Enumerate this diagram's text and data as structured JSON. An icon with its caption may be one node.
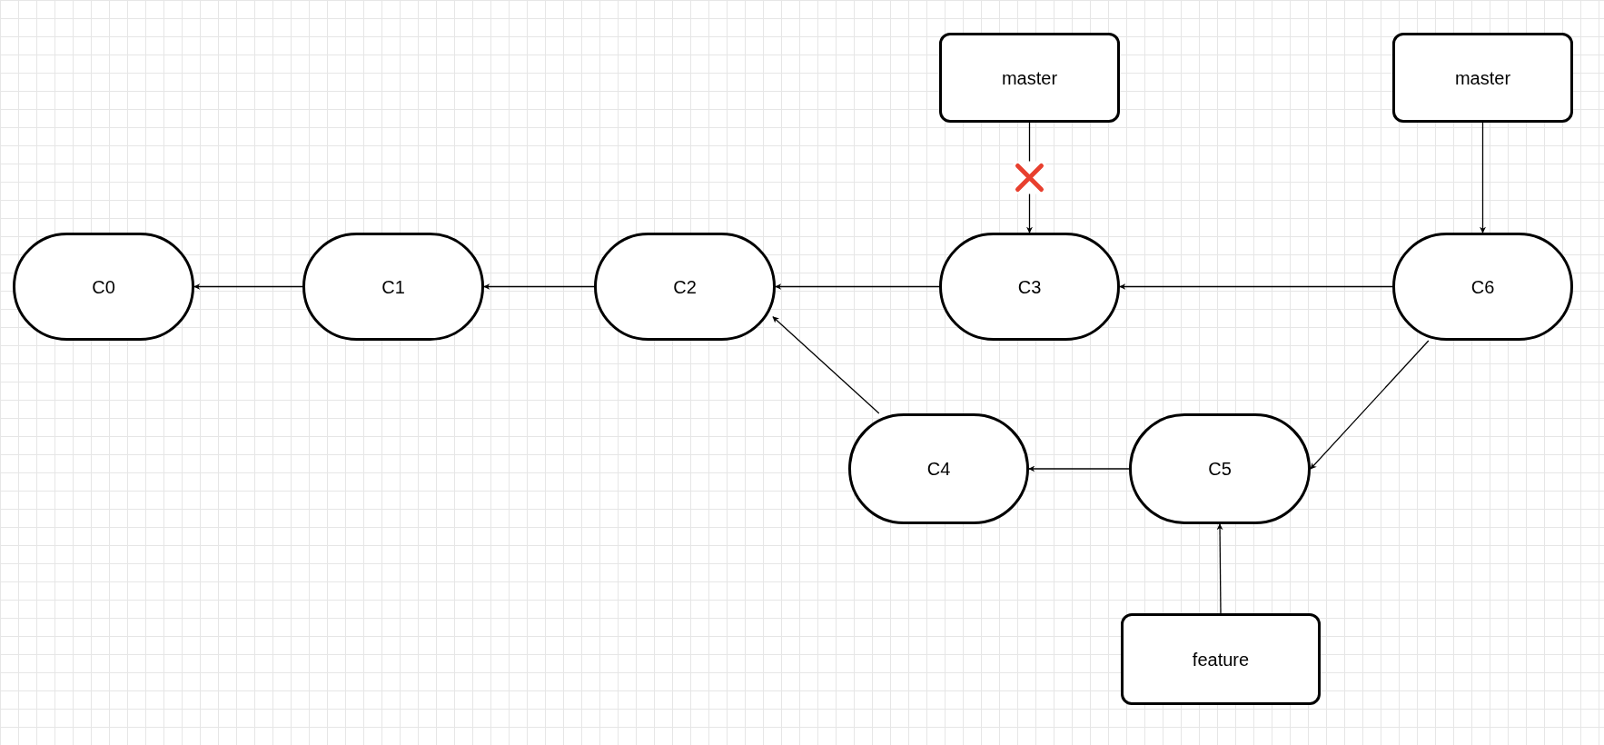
{
  "diagram": {
    "nodes": [
      {
        "text": [
          "master"
        ]
      },
      {
        "text": [
          "master"
        ]
      },
      {
        "text": [
          "C0"
        ]
      },
      {
        "text": [
          "C1"
        ]
      },
      {
        "text": [
          "C2"
        ]
      },
      {
        "text": [
          "C3"
        ]
      },
      {
        "text": [
          "C6"
        ]
      },
      {
        "text": [
          "C4"
        ]
      },
      {
        "text": [
          "C5"
        ]
      },
      {
        "text": [
          "feature"
        ]
      }
    ],
    "edges": [
      {
        "from": 3,
        "to": 2,
        "arrow": "to"
      },
      {
        "from": 4,
        "to": 3,
        "arrow": "to"
      },
      {
        "from": 5,
        "to": 4,
        "arrow": "to"
      },
      {
        "from": 6,
        "to": 5,
        "arrow": "to"
      },
      {
        "from": 7,
        "to": 4,
        "arrow": "to"
      },
      {
        "from": 6,
        "to": 8,
        "arrow": "to"
      },
      {
        "from": 8,
        "to": 7,
        "arrow": "to"
      },
      {
        "from": 9,
        "to": 8,
        "arrow": "to"
      },
      {
        "from": 1,
        "to": 6,
        "arrow": "to"
      },
      {
        "from": 0,
        "to": 5,
        "arrow": "to"
      }
    ]
  }
}
